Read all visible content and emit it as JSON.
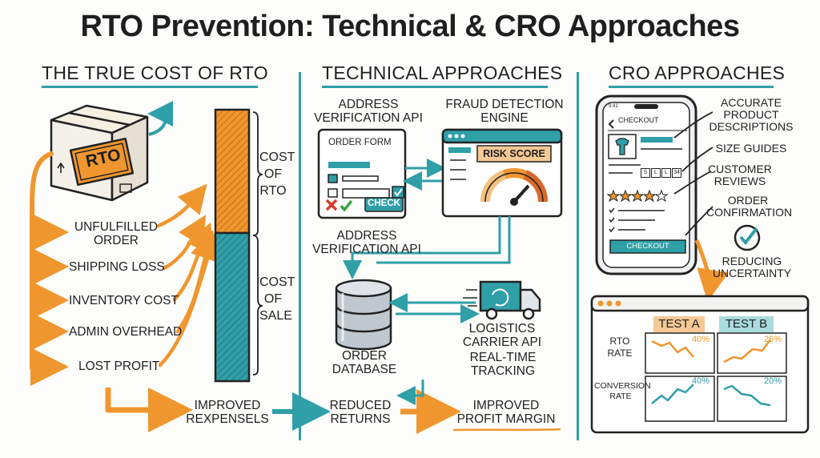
{
  "title": "RTO Prevention: Technical & CRO Approaches",
  "colors": {
    "orange": "#f0962e",
    "teal": "#2f9fa8",
    "ink": "#222222"
  },
  "left": {
    "heading": "THE TRUE COST OF RTO",
    "box_label": "RTO",
    "items": [
      "UNFULFILLED ORDER",
      "SHIPPING LOSS",
      "INVENTORY COST",
      "ADMIN OVERHEAD",
      "LOST PROFIT"
    ],
    "bar_labels": {
      "top": "COST OF RTO",
      "bottom": "COST OF SALE"
    }
  },
  "middle": {
    "heading": "TECHNICAL APPROACHES",
    "address_api": "ADDRESS VERIFICATION API",
    "order_form": "ORDER FORM",
    "check_button": "CHECK",
    "fraud_engine": "FRAUD DETECTION ENGINE",
    "risk_score": "RISK SCORE",
    "address_api_2": "ADDRESS VERIFICATION API",
    "database": "ORDER DATABASE",
    "logistics": "LOGISTICS CARRIER API",
    "tracking": "REAL-TIME TRACKING"
  },
  "right": {
    "heading": "CRO APPROACHES",
    "phone_time": "9:41",
    "checkout_title": "CHECKOUT",
    "sizes": [
      "S",
      "L",
      "L",
      "34"
    ],
    "checkout_button": "CHECKOUT",
    "features": [
      "ACCURATE PRODUCT DESCRIPTIONS",
      "SIZE GUIDES",
      "CUSTOMER REVIEWS",
      "ORDER CONFIRMATION"
    ],
    "reducing": "REDUCING UNCERTAINTY",
    "test_a": "TEST A",
    "test_b": "TEST B",
    "rto_rate": "RTO RATE",
    "conversion_rate": "CONVERSION RATE",
    "rto_a": "40%",
    "rto_b": "25%",
    "conv_a": "40%",
    "conv_b": "20%"
  },
  "bottom": {
    "expenses": "IMPROVED REXPENSELS",
    "returns": "REDUCED RETURNS",
    "margin": "IMPROVED PROFIT MARGIN"
  }
}
